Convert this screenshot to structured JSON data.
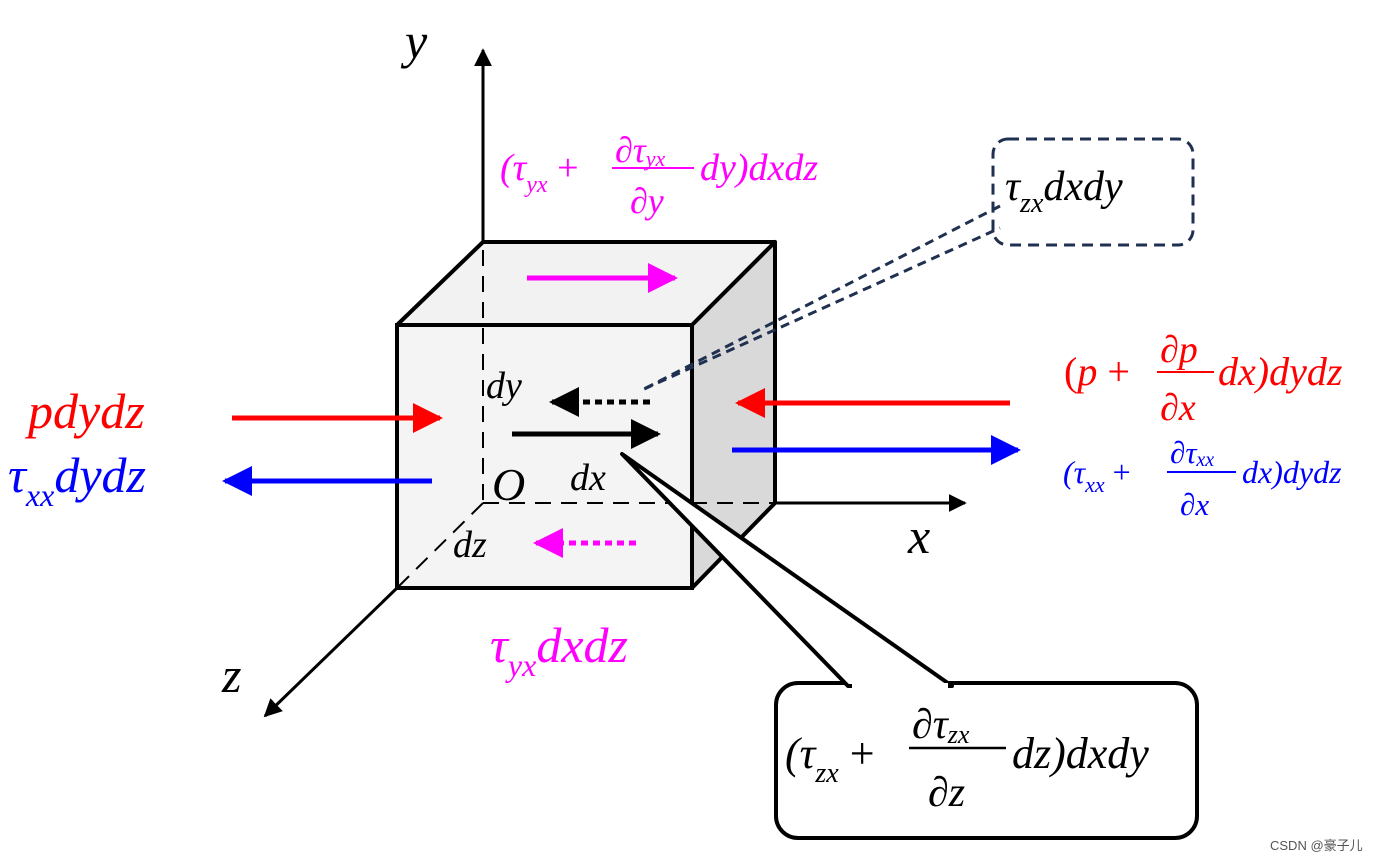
{
  "colors": {
    "pressure": "#ff0000",
    "normal_stress": "#0000ff",
    "shear_yx": "#ff00ff",
    "shear_zx": "#000000",
    "leader_dashed": "#1f3050",
    "cube_front": "#f2f2f2",
    "cube_side": "#d9d9d9"
  },
  "axes": {
    "x_label": "x",
    "y_label": "y",
    "z_label": "z",
    "origin_label": "O"
  },
  "differentials": {
    "dx": "dx",
    "dy": "dy",
    "dz": "dz"
  },
  "forces": {
    "left_pressure": {
      "main": "pdydz"
    },
    "left_normal": {
      "sym": "τ",
      "sub": "xx",
      "rest": "dydz"
    },
    "top_shear": {
      "open": "(τ",
      "sub": "yx",
      "plus": " + ",
      "num_partial": "∂τ",
      "num_sub": "yx",
      "den": "∂y",
      "rest": "dy)dxdz"
    },
    "bottom_shear": {
      "sym": "τ",
      "sub": "yx",
      "rest": "dxdz"
    },
    "right_pressure": {
      "open": "(",
      "p": "p",
      "plus": " + ",
      "num": "∂p",
      "den": "∂x",
      "rest": "dx)dydz"
    },
    "right_normal": {
      "open": "(τ",
      "sub": "xx",
      "plus": " + ",
      "num_partial": "∂τ",
      "num_sub": "xx",
      "den": "∂x",
      "rest": "dx)dydz"
    },
    "back_shear_callout": {
      "sym": "τ",
      "sub": "zx",
      "rest": "dxdy"
    },
    "front_shear_callout": {
      "open": "(τ",
      "sub": "zx",
      "plus": " + ",
      "num_partial": "∂τ",
      "num_sub": "zx",
      "den": "∂z",
      "rest": "dz)dxdy"
    }
  },
  "watermark": "CSDN @豪子儿"
}
